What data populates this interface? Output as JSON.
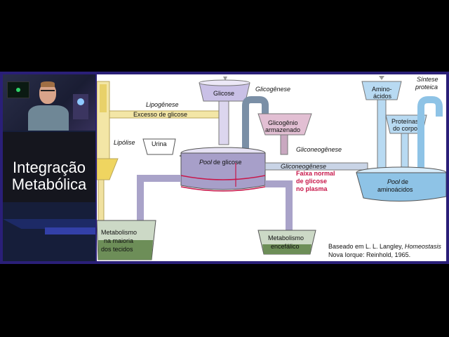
{
  "presenter": {
    "title_line1": "Integração",
    "title_line2": "Metabólica"
  },
  "diagram": {
    "lipogenese": "Lipogênese",
    "excesso_glicose": "Excesso de glicose",
    "glicose": "Glicose",
    "glicogenese": "Glicogênese",
    "glicogenio_1": "Glicogênio",
    "glicogenio_2": "armazenado",
    "lipolise": "Lipólise",
    "urina": "Urina",
    "gliconeogenese_1": "Gliconeogênese",
    "gliconeogenese_2": "Gliconeogênese",
    "pool_glicose_italic": "Pool",
    "pool_glicose_rest": " de glicose",
    "faixa_1": "Faixa normal",
    "faixa_2": "de glicose",
    "faixa_3": "no plasma",
    "aminoacidos_1": "Amino-",
    "aminoacidos_2": "ácidos",
    "sintese_1": "Síntese",
    "sintese_2": "proteica",
    "proteinas_1": "Proteínas",
    "proteinas_2": "do corpo",
    "pool_amino_italic": "Pool",
    "pool_amino_rest": " de",
    "pool_amino_2": "aminoácidos",
    "metab_tecidos_1": "Metabolismo",
    "metab_tecidos_2": "na maioria",
    "metab_tecidos_3": "dos tecidos",
    "metab_encef_1": "Metabolismo",
    "metab_encef_2": "encefálico",
    "credit_1": "Baseado em L. L. Langley, ",
    "credit_1_italic": "Homeostasis",
    "credit_2": "Nova Iorque: Reinhold, 1965."
  }
}
